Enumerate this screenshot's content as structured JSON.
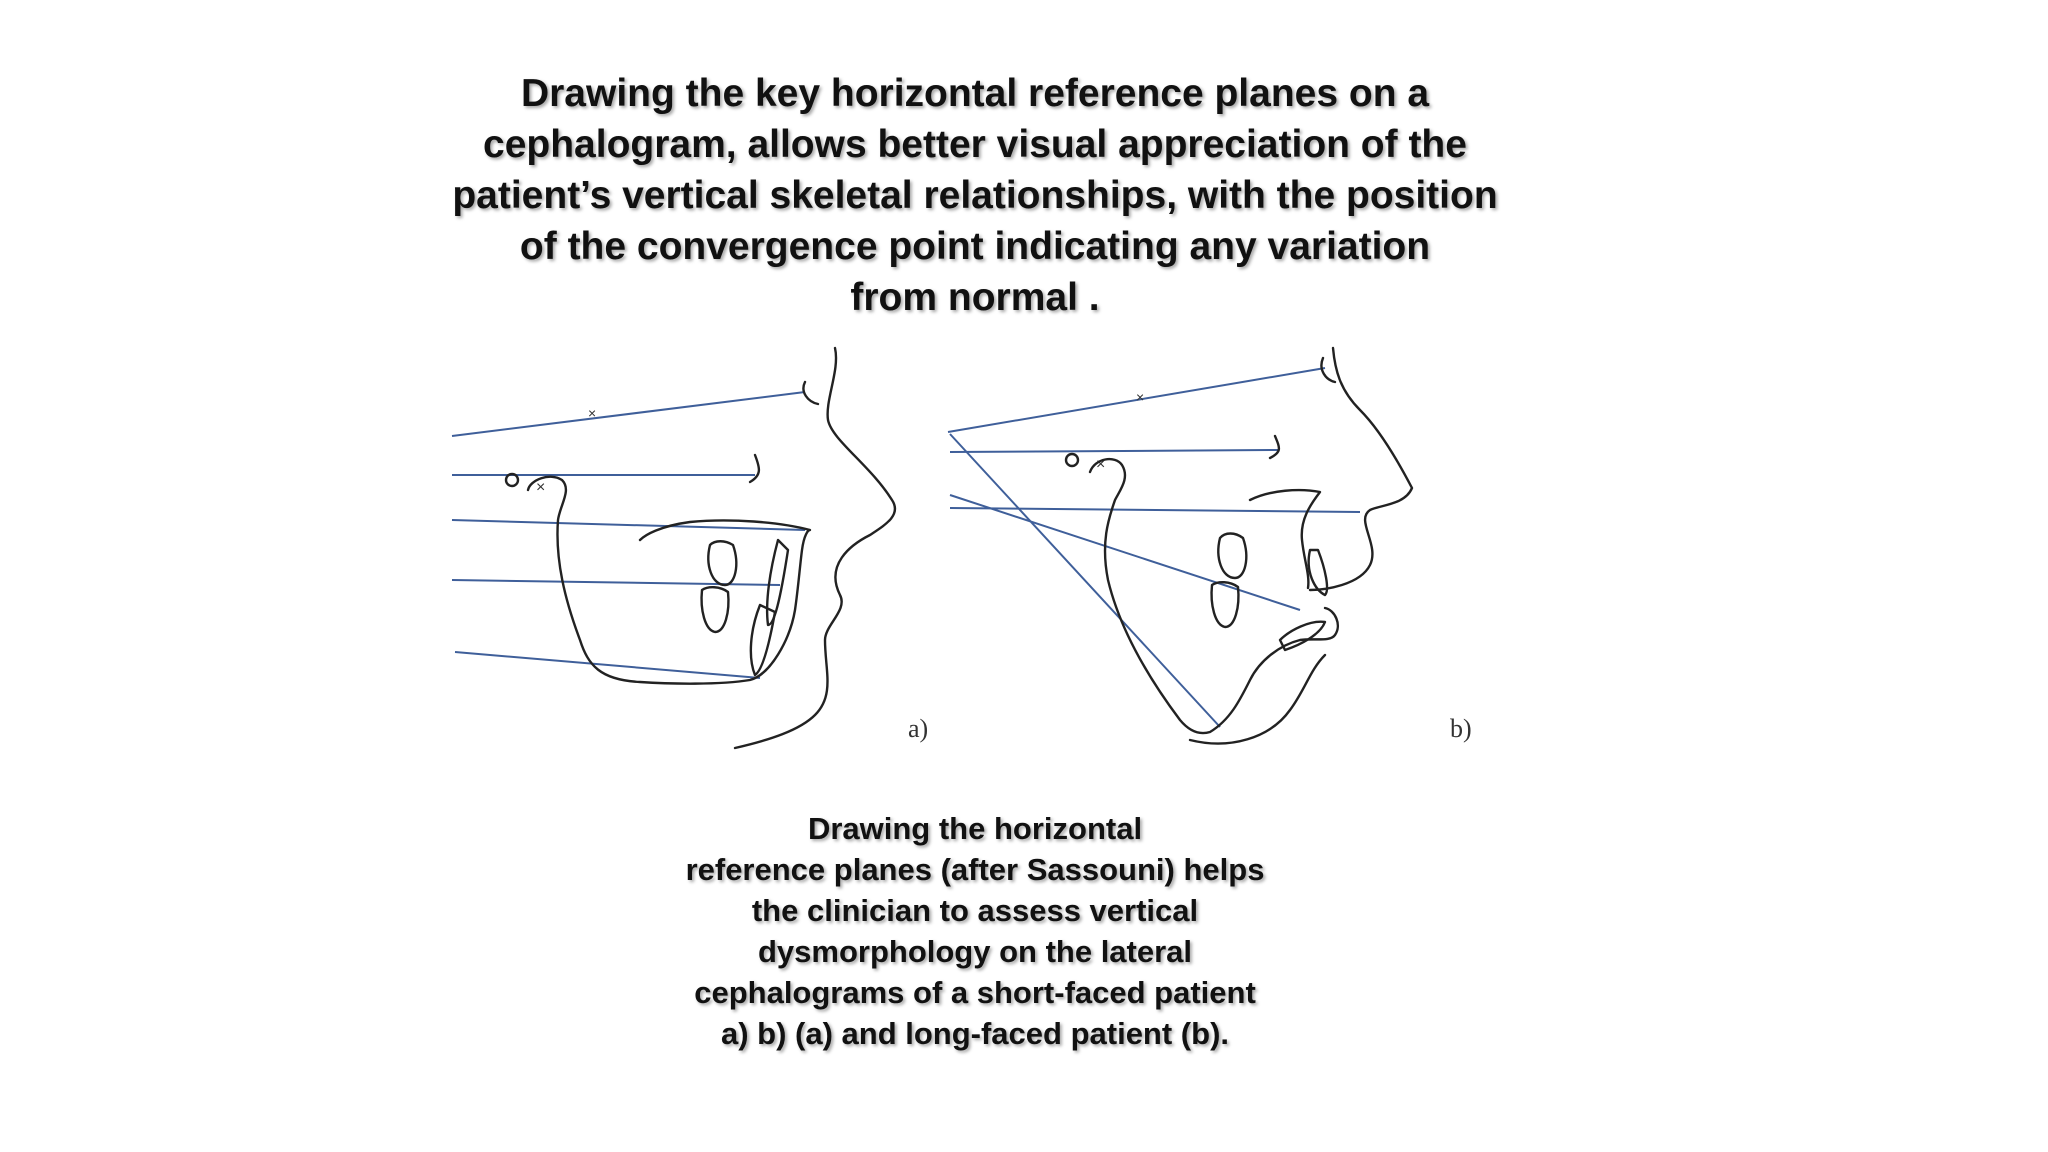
{
  "slide": {
    "title_lines": [
      "Drawing the key horizontal reference planes on a",
      "cephalogram, allows better visual appreciation of the",
      "patient’s vertical skeletal relationships, with the position",
      "of the convergence point indicating any variation",
      "from normal ."
    ],
    "figure": {
      "panel_a_label": "a)",
      "panel_b_label": "b)",
      "plane_color": "#3f5f9a",
      "trace_color": "#222222"
    },
    "caption_lines": [
      "Drawing the horizontal",
      "reference planes (after Sassouni) helps",
      "the clinician to assess vertical",
      "dysmorphology on the lateral",
      "cephalograms of a short-faced patient",
      "a) b) (a) and long-faced patient (b)."
    ]
  }
}
